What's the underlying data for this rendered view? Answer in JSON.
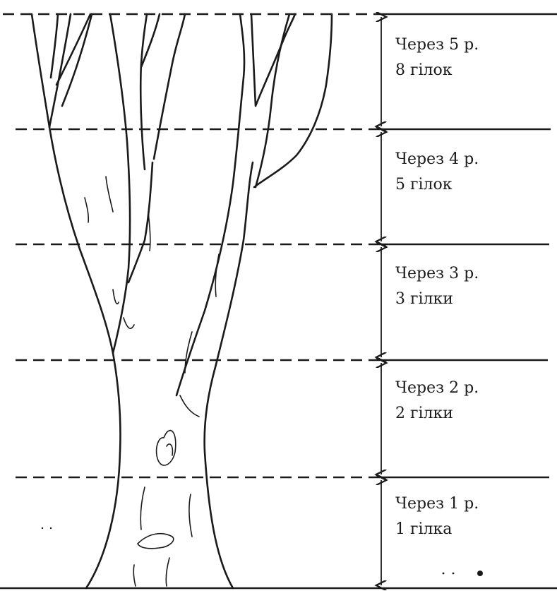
{
  "intervals": [
    {
      "period": "Через 5 р.",
      "branches": "8 гілок"
    },
    {
      "period": "Через 4 р.",
      "branches": "5 гілок"
    },
    {
      "period": "Через 3 р.",
      "branches": "3 гілки"
    },
    {
      "period": "Через 2 р.",
      "branches": "2 гілки"
    },
    {
      "period": "Через 1 р.",
      "branches": "1 гілка"
    }
  ],
  "colors": {
    "ink": "#1a1a1a",
    "background": "#ffffff"
  }
}
